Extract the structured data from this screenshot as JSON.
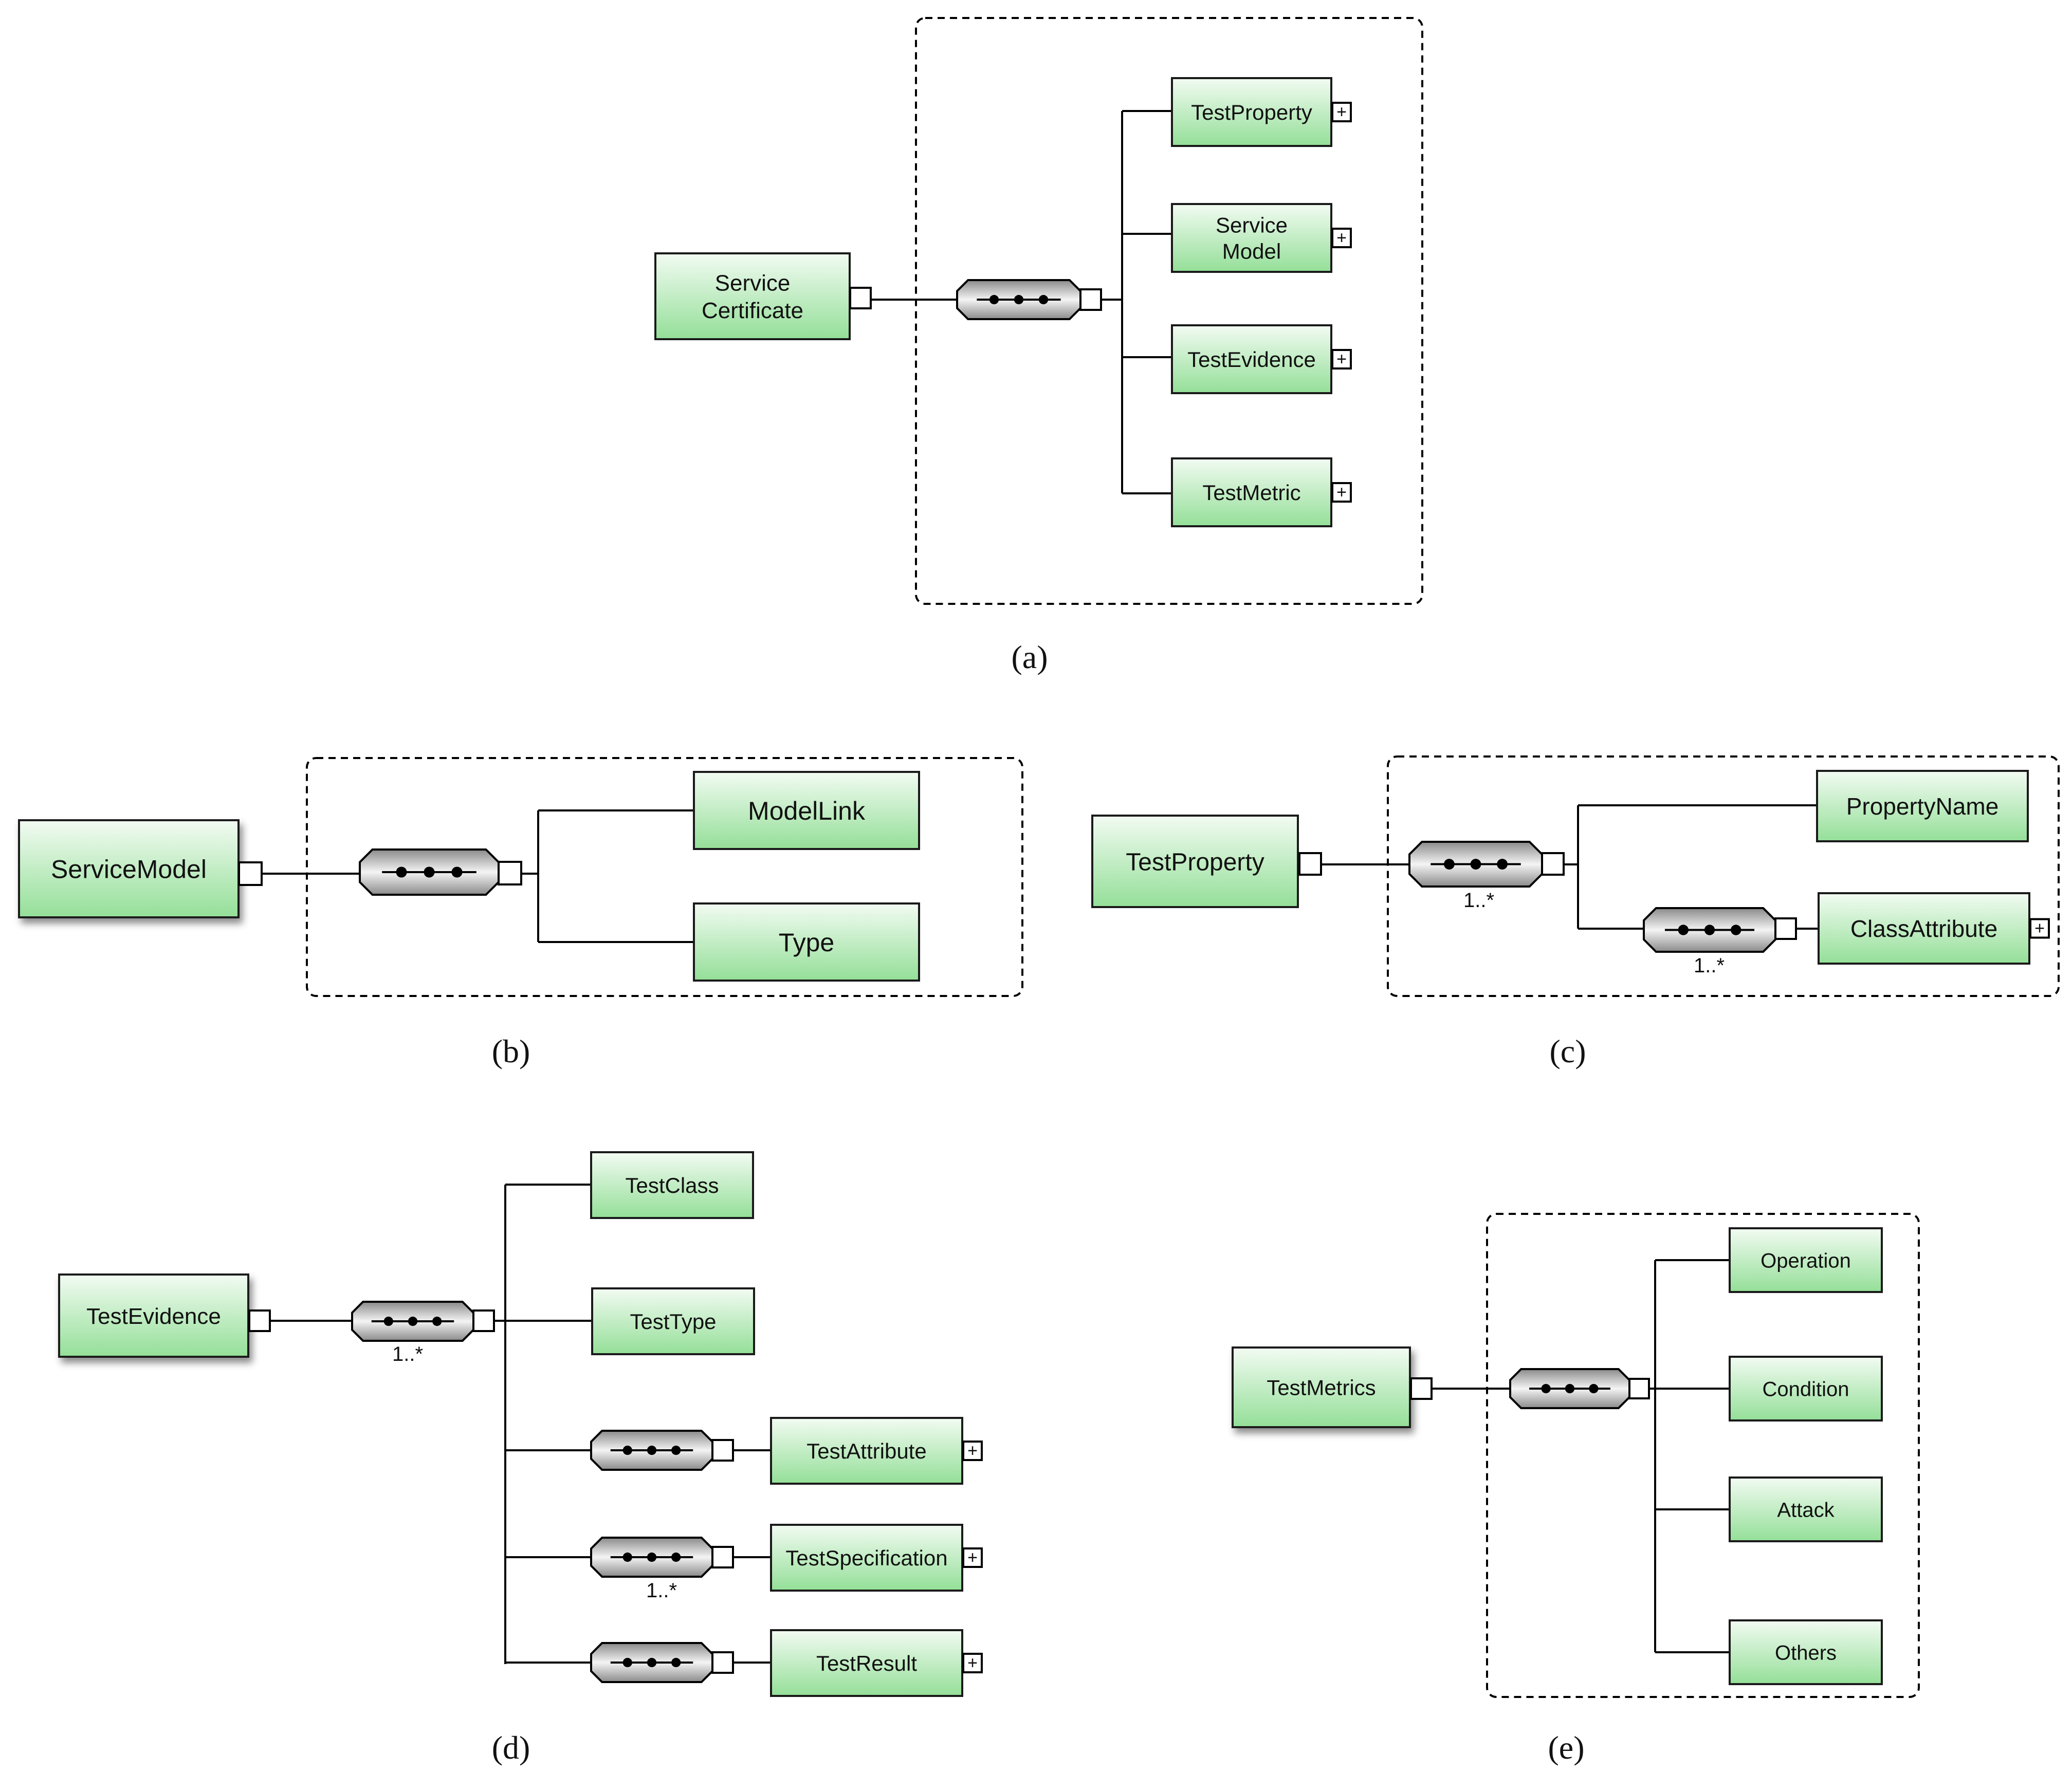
{
  "panels": {
    "a": {
      "caption": "(a)",
      "root": {
        "lines": [
          "Service",
          "Certificate"
        ]
      },
      "children": [
        {
          "lines": [
            "TestProperty"
          ],
          "expand": "+"
        },
        {
          "lines": [
            "Service",
            "Model"
          ],
          "expand": "+"
        },
        {
          "lines": [
            "TestEvidence"
          ],
          "expand": "+"
        },
        {
          "lines": [
            "TestMetric"
          ],
          "expand": "+"
        }
      ]
    },
    "b": {
      "caption": "(b)",
      "root": {
        "lines": [
          "ServiceModel"
        ]
      },
      "children": [
        {
          "lines": [
            "ModelLink"
          ]
        },
        {
          "lines": [
            "Type"
          ]
        }
      ]
    },
    "c": {
      "caption": "(c)",
      "root": {
        "lines": [
          "TestProperty"
        ]
      },
      "seq_multiplicity": "1..*",
      "inner_seq_multiplicity": "1..*",
      "children": [
        {
          "lines": [
            "PropertyName"
          ]
        },
        {
          "lines": [
            "ClassAttribute"
          ],
          "expand": "+"
        }
      ]
    },
    "d": {
      "caption": "(d)",
      "root": {
        "lines": [
          "TestEvidence"
        ]
      },
      "seq_multiplicity": "1..*",
      "children": [
        {
          "lines": [
            "TestClass"
          ]
        },
        {
          "lines": [
            "TestType"
          ]
        },
        {
          "lines": [
            "TestAttribute"
          ],
          "expand": "+"
        },
        {
          "lines": [
            "TestSpecification"
          ],
          "expand": "+",
          "seq_multiplicity": "1..*"
        },
        {
          "lines": [
            "TestResult"
          ],
          "expand": "+"
        }
      ]
    },
    "e": {
      "caption": "(e)",
      "root": {
        "lines": [
          "TestMetrics"
        ]
      },
      "children": [
        {
          "lines": [
            "Operation"
          ]
        },
        {
          "lines": [
            "Condition"
          ]
        },
        {
          "lines": [
            "Attack"
          ]
        },
        {
          "lines": [
            "Others"
          ]
        }
      ]
    }
  }
}
